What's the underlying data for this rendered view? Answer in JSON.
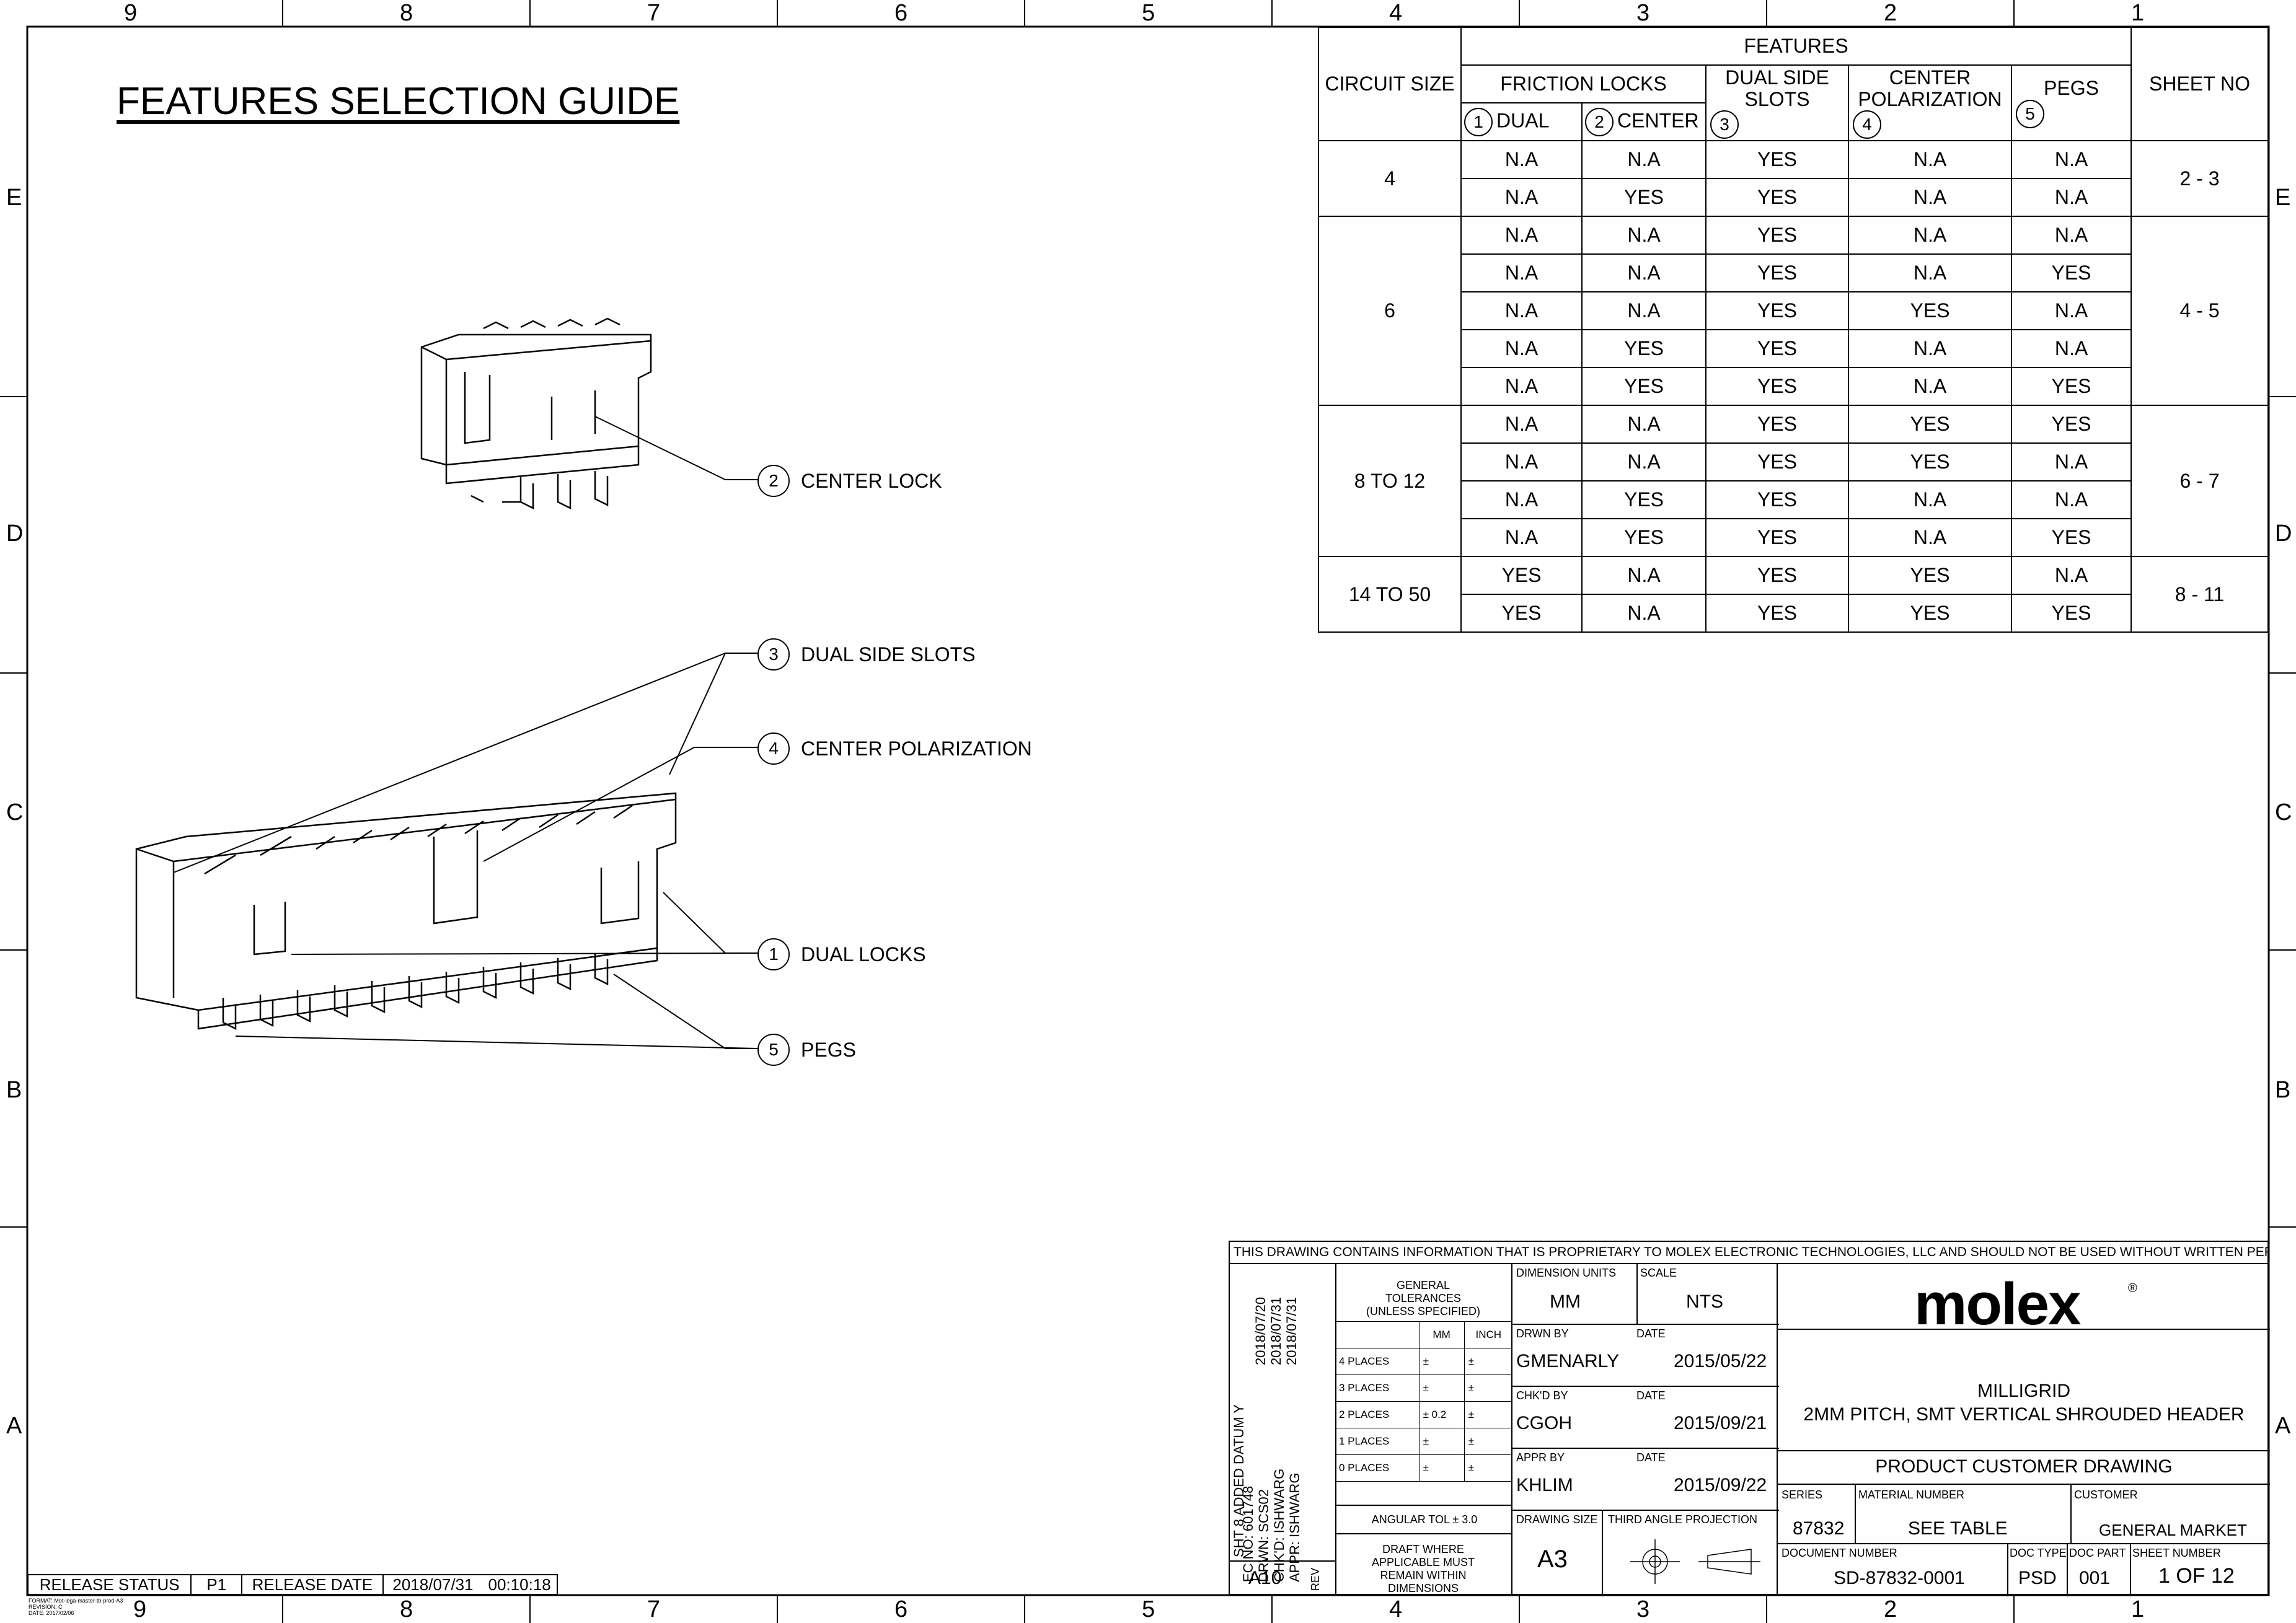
{
  "title": "FEATURES SELECTION GUIDE",
  "zones": {
    "columns": [
      "9",
      "8",
      "7",
      "6",
      "5",
      "4",
      "3",
      "2",
      "1"
    ],
    "rows": [
      "E",
      "D",
      "C",
      "B",
      "A"
    ]
  },
  "callouts": [
    {
      "num": "2",
      "label": "CENTER LOCK"
    },
    {
      "num": "3",
      "label": "DUAL SIDE SLOTS"
    },
    {
      "num": "4",
      "label": "CENTER POLARIZATION"
    },
    {
      "num": "1",
      "label": "DUAL LOCKS"
    },
    {
      "num": "5",
      "label": "PEGS"
    }
  ],
  "table": {
    "header_circuit": "CIRCUIT SIZE",
    "header_features": "FEATURES",
    "header_friction": "FRICTION LOCKS",
    "header_sheet": "SHEET NO",
    "cols": [
      {
        "num": "1",
        "label": "DUAL"
      },
      {
        "num": "2",
        "label": "CENTER"
      },
      {
        "num": "3",
        "label": "DUAL SIDE SLOTS"
      },
      {
        "num": "4",
        "label": "CENTER POLARIZATION"
      },
      {
        "num": "5",
        "label": "PEGS"
      }
    ],
    "groups": [
      {
        "size": "4",
        "sheet": "2 - 3",
        "rows": [
          [
            "N.A",
            "N.A",
            "YES",
            "N.A",
            "N.A"
          ],
          [
            "N.A",
            "YES",
            "YES",
            "N.A",
            "N.A"
          ]
        ]
      },
      {
        "size": "6",
        "sheet": "4 - 5",
        "rows": [
          [
            "N.A",
            "N.A",
            "YES",
            "N.A",
            "N.A"
          ],
          [
            "N.A",
            "N.A",
            "YES",
            "N.A",
            "YES"
          ],
          [
            "N.A",
            "N.A",
            "YES",
            "YES",
            "N.A"
          ],
          [
            "N.A",
            "YES",
            "YES",
            "N.A",
            "N.A"
          ],
          [
            "N.A",
            "YES",
            "YES",
            "N.A",
            "YES"
          ]
        ]
      },
      {
        "size": "8 TO 12",
        "sheet": "6 - 7",
        "rows": [
          [
            "N.A",
            "N.A",
            "YES",
            "YES",
            "YES"
          ],
          [
            "N.A",
            "N.A",
            "YES",
            "YES",
            "N.A"
          ],
          [
            "N.A",
            "YES",
            "YES",
            "N.A",
            "N.A"
          ],
          [
            "N.A",
            "YES",
            "YES",
            "N.A",
            "YES"
          ]
        ]
      },
      {
        "size": "14 TO 50",
        "sheet": "8 - 11",
        "rows": [
          [
            "YES",
            "N.A",
            "YES",
            "YES",
            "N.A"
          ],
          [
            "YES",
            "N.A",
            "YES",
            "YES",
            "YES"
          ]
        ]
      }
    ]
  },
  "titleblock": {
    "proprietary": "THIS DRAWING CONTAINS INFORMATION THAT IS PROPRIETARY TO MOLEX ELECTRONIC TECHNOLOGIES, LLC AND SHOULD NOT BE USED WITHOUT WRITTEN PERMISSION",
    "revision_note": "SHT 8 ADDED DATUM Y",
    "ec_no": "EC NO:  601748",
    "drwn": "DRWN:  SCS02",
    "chkd": "CHK'D:  ISHWARG",
    "appr": "APPR:  ISHWARG",
    "date1": "2018/07/20",
    "date2": "2018/07/31",
    "date3": "2018/07/31",
    "rev": "A10",
    "rev_label": "REV",
    "gen_tol": "GENERAL TOLERANCES (UNLESS SPECIFIED)",
    "mm": "MM",
    "inch": "INCH",
    "places": [
      {
        "label": "4 PLACES",
        "mm": "±",
        "inch": "±"
      },
      {
        "label": "3 PLACES",
        "mm": "±",
        "inch": "±"
      },
      {
        "label": "2 PLACES",
        "mm": "±  0.2",
        "inch": "±"
      },
      {
        "label": "1 PLACES",
        "mm": "±",
        "inch": "±"
      },
      {
        "label": "0 PLACES",
        "mm": "±",
        "inch": "±"
      }
    ],
    "angular_tol": "ANGULAR TOL ±  3.0",
    "draft": "DRAFT WHERE APPLICABLE MUST REMAIN WITHIN DIMENSIONS",
    "dim_units_label": "DIMENSION UNITS",
    "dim_units": "MM",
    "scale_label": "SCALE",
    "scale": "NTS",
    "drwn_by_label": "DRWN BY",
    "drwn_by": "GMENARLY",
    "drwn_date": "2015/05/22",
    "chkd_by_label": "CHK'D BY",
    "chkd_by": "CGOH",
    "chkd_date": "2015/09/21",
    "appr_by_label": "APPR BY",
    "appr_by": "KHLIM",
    "appr_date": "2015/09/22",
    "date_label": "DATE",
    "drawing_size_label": "DRAWING SIZE",
    "drawing_size": "A3",
    "projection_label": "THIRD ANGLE PROJECTION",
    "logo": "molex",
    "product_line1": "MILLIGRID",
    "product_line2": "2MM PITCH, SMT VERTICAL SHROUDED HEADER",
    "drawing_type": "PRODUCT CUSTOMER DRAWING",
    "series_label": "SERIES",
    "series": "87832",
    "material_label": "MATERIAL NUMBER",
    "material": "SEE TABLE",
    "customer_label": "CUSTOMER",
    "customer": "GENERAL MARKET",
    "docnum_label": "DOCUMENT NUMBER",
    "docnum": "SD-87832-0001",
    "doctype_label": "DOC TYPE",
    "doctype": "PSD",
    "docpart_label": "DOC PART",
    "docpart": "001",
    "sheet_label": "SHEET NUMBER",
    "sheet": "1 OF 12"
  },
  "release": {
    "status_label": "RELEASE STATUS",
    "status": "P1",
    "date_label": "RELEASE DATE",
    "date": "2018/07/31",
    "time": "00:10:18"
  },
  "format_note": {
    "line1": "FORMAT: Mot-lega-master-tb-prod-A3",
    "line2": "REVISION: C",
    "line3": "DATE: 2017/02/06"
  }
}
